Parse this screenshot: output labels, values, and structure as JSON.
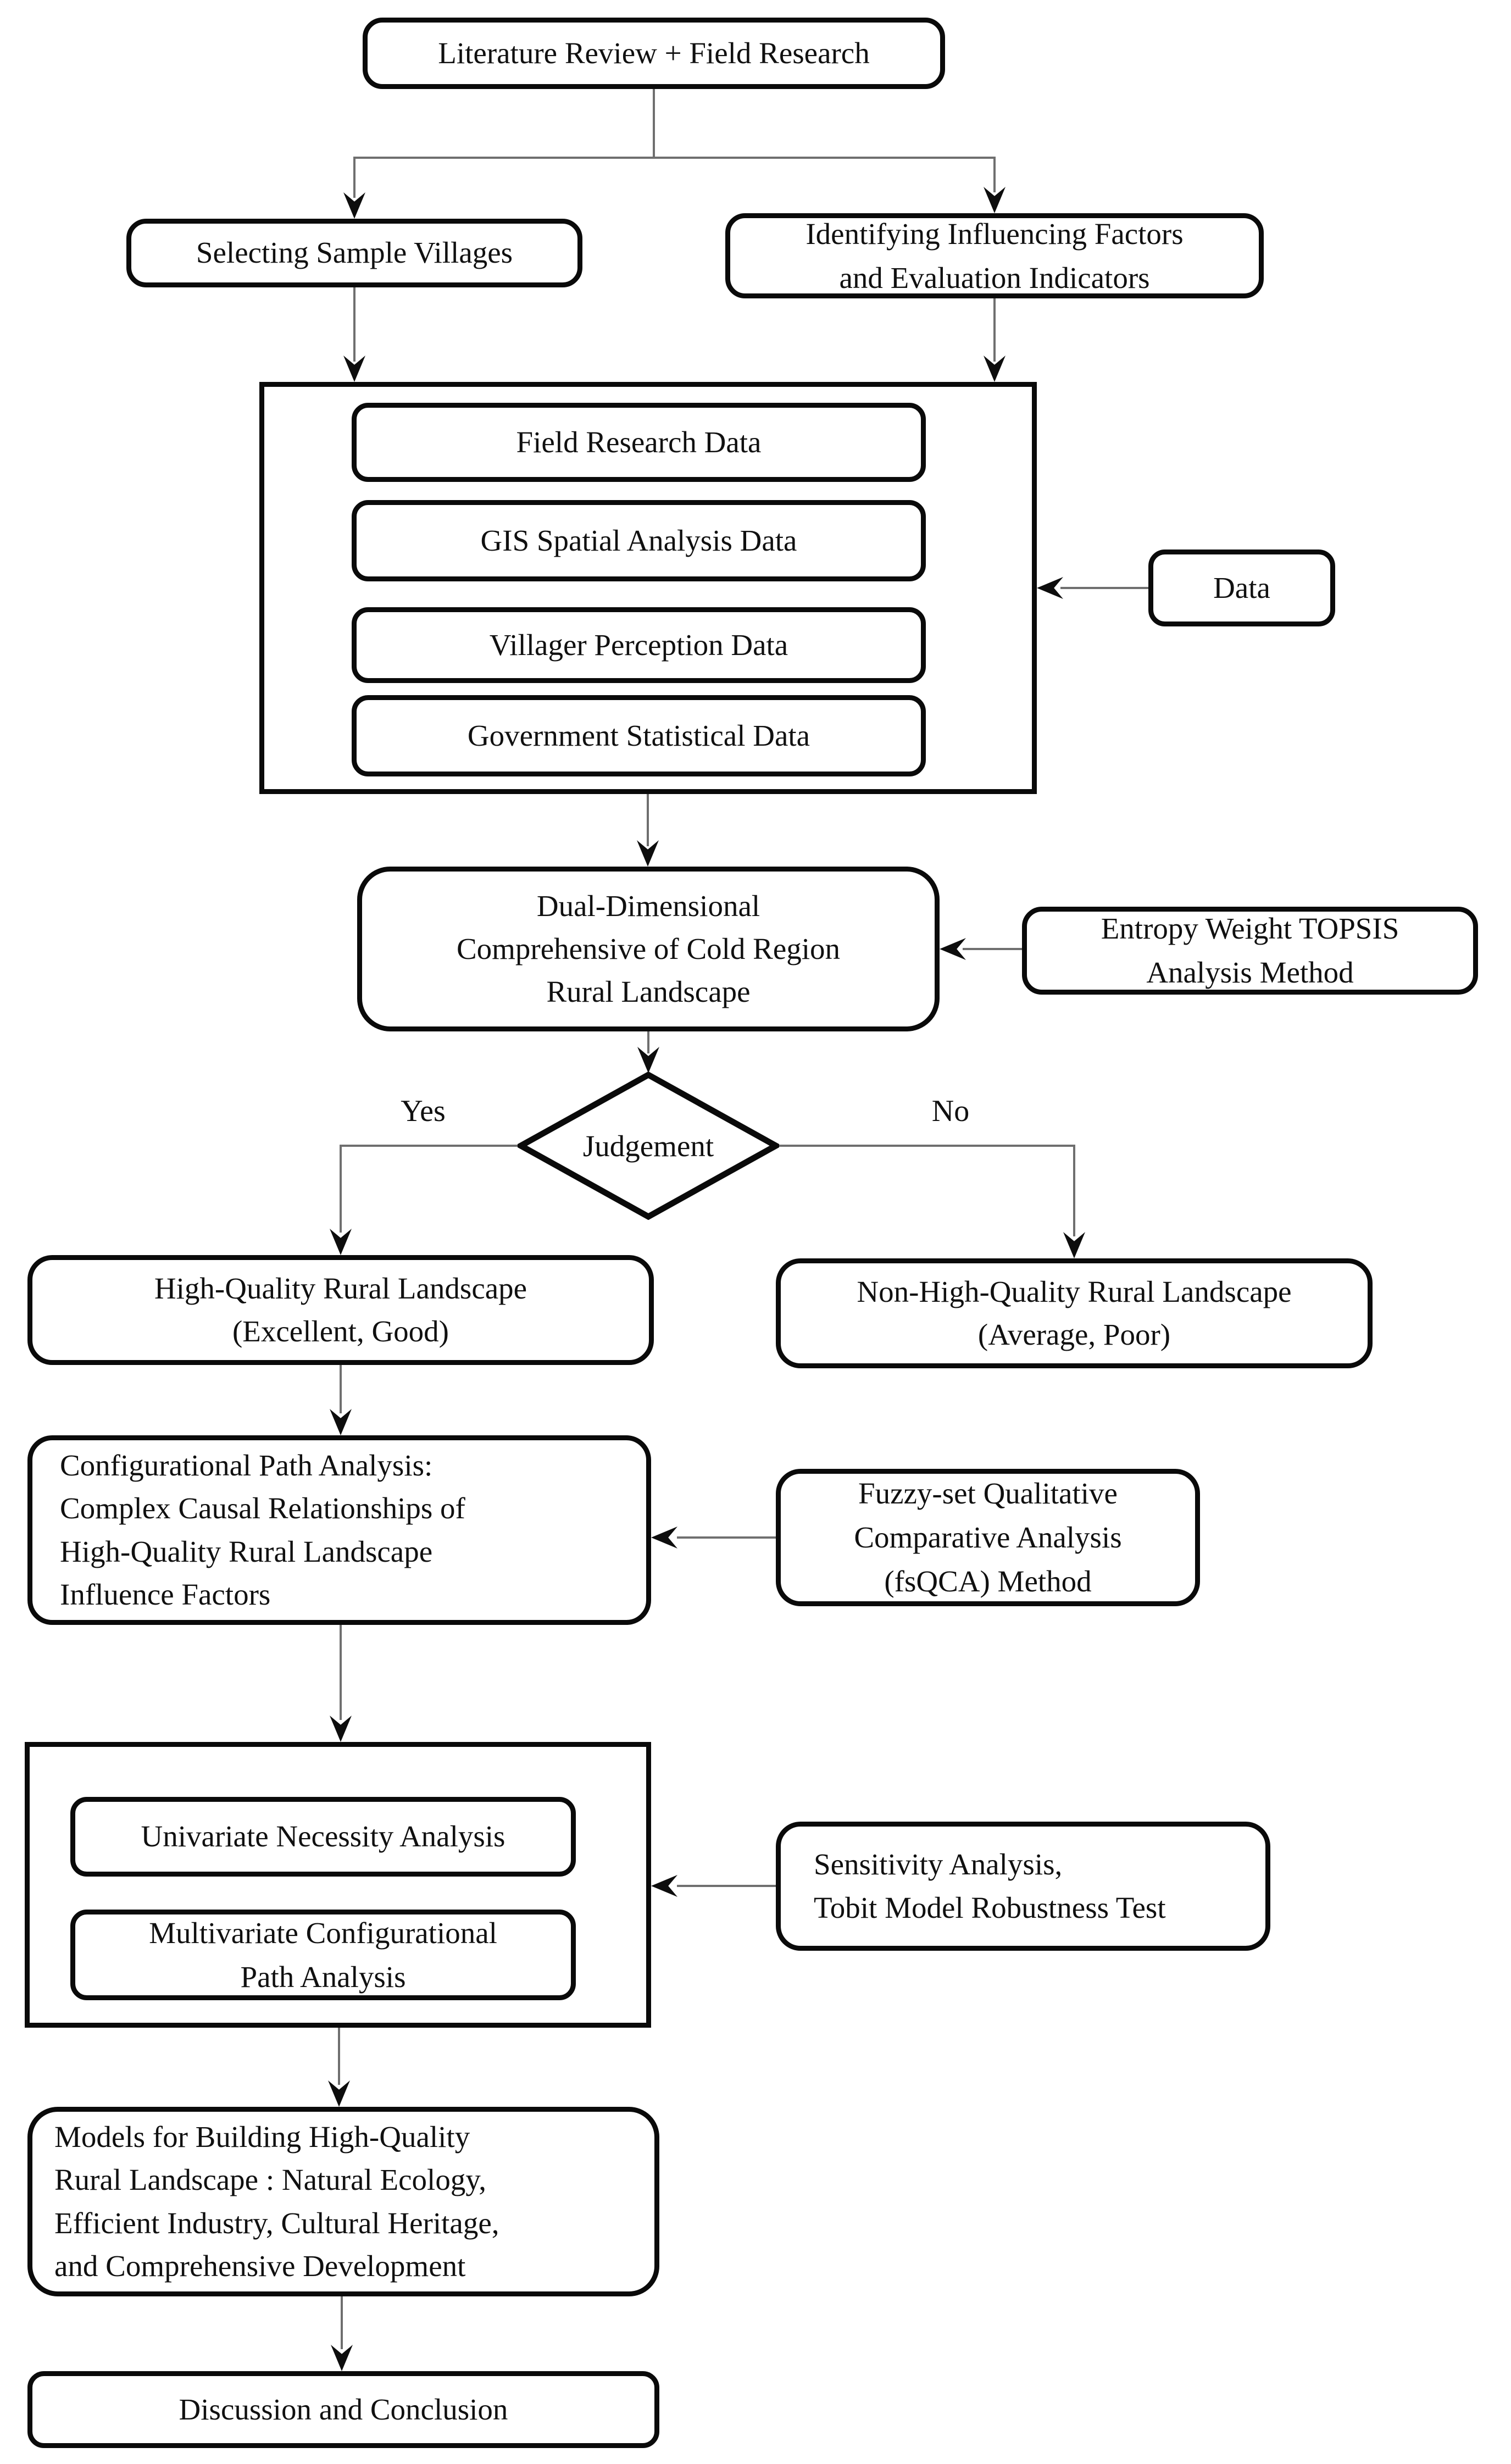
{
  "figure": {
    "background": "#ffffff",
    "border_color": "#0a0a0a",
    "line_color": "#6f6f6f",
    "arrow_color": "#0d0d0d",
    "text_color": "#101010"
  },
  "nodes": {
    "literature_review": {
      "label": "Literature Review + Field Research"
    },
    "selecting_villages": {
      "label": "Selecting Sample Villages"
    },
    "identifying_factors": {
      "label": "Identifying Influencing Factors\nand Evaluation Indicators"
    },
    "field_research_data": {
      "label": "Field Research Data"
    },
    "gis_spatial_data": {
      "label": "GIS Spatial Analysis Data"
    },
    "villager_perception_data": {
      "label": "Villager Perception Data"
    },
    "government_statistical_data": {
      "label": "Government Statistical Data"
    },
    "data": {
      "label": "Data"
    },
    "dual_dimensional": {
      "label": "Dual-Dimensional\nComprehensive of Cold Region\nRural Landscape"
    },
    "entropy_topsis": {
      "label": "Entropy Weight TOPSIS\nAnalysis Method"
    },
    "judgement": {
      "label": "Judgement"
    },
    "high_quality": {
      "label": "High-Quality Rural Landscape\n(Excellent, Good)"
    },
    "non_high_quality": {
      "label": "Non-High-Quality Rural Landscape\n(Average, Poor)"
    },
    "config_path_analysis": {
      "label": "Configurational Path Analysis:\nComplex Causal Relationships of\nHigh-Quality Rural Landscape\nInfluence Factors"
    },
    "fsqca": {
      "label": "Fuzzy-set Qualitative\nComparative Analysis\n(fsQCA) Method"
    },
    "univariate": {
      "label": "Univariate Necessity Analysis"
    },
    "multivariate": {
      "label": "Multivariate Configurational\nPath Analysis"
    },
    "sensitivity": {
      "label": "Sensitivity Analysis,\nTobit Model Robustness Test"
    },
    "models": {
      "label": "Models for Building High-Quality\nRural Landscape : Natural Ecology,\nEfficient Industry, Cultural Heritage,\nand Comprehensive Development"
    },
    "discussion": {
      "label": "Discussion and Conclusion"
    }
  },
  "edge_labels": {
    "yes": "Yes",
    "no": "No"
  }
}
